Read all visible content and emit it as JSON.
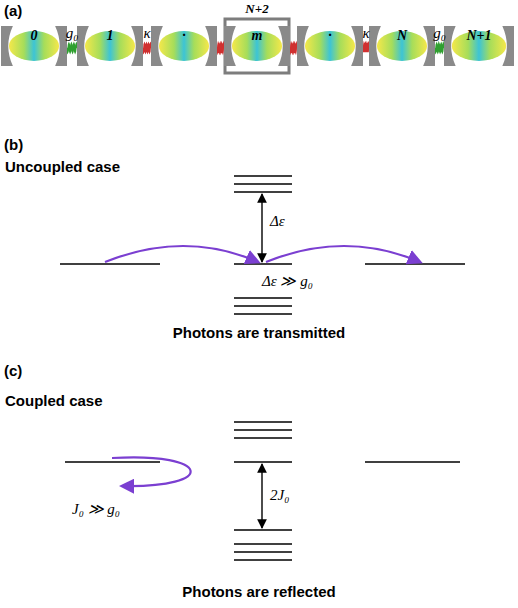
{
  "diagram": {
    "nodes": [
      {
        "text": [
          "0"
        ]
      },
      {
        "text": [
          "1"
        ]
      },
      {
        "text": [
          "·"
        ]
      },
      {
        "text": [
          "m"
        ]
      },
      {
        "text": [
          "·"
        ]
      },
      {
        "text": [
          "N"
        ]
      },
      {
        "text": [
          "N+1"
        ]
      }
    ],
    "edges": [
      {
        "from": 0,
        "to": 1,
        "arrow": "none",
        "label": "g₀"
      },
      {
        "from": 1,
        "to": 2,
        "arrow": "none",
        "label": "κ"
      },
      {
        "from": 2,
        "to": 3,
        "arrow": "none"
      },
      {
        "from": 3,
        "to": 4,
        "arrow": "none"
      },
      {
        "from": 4,
        "to": 5,
        "arrow": "none",
        "label": "κ"
      },
      {
        "from": 5,
        "to": 6,
        "arrow": "none",
        "label": "g₀"
      }
    ],
    "labels": [
      "(a)",
      "N+2",
      "(b)",
      "Uncoupled case",
      "Δε",
      "Δε ≫ g₀",
      "Photons are transmitted",
      "(c)",
      "Coupled case",
      "2J₀",
      "J₀ ≫ g₀",
      "Photons are reflected"
    ]
  }
}
